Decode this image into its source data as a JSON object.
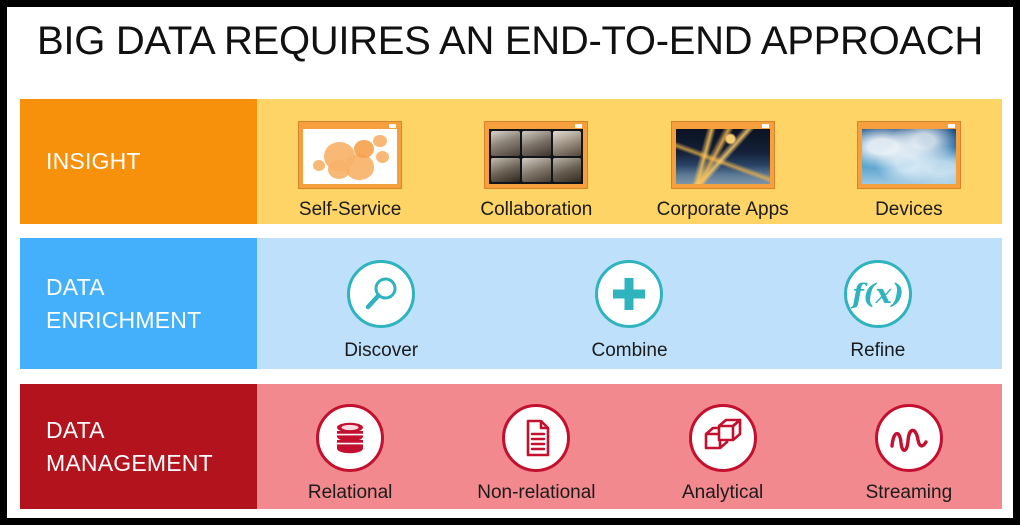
{
  "title": "BIG DATA REQUIRES AN END-TO-END APPROACH",
  "colors": {
    "insight_label_bg": "#F7900B",
    "insight_body_bg": "#FFD466",
    "enrichment_label_bg": "#44AFFA",
    "enrichment_body_bg": "#BEE0FB",
    "management_label_bg": "#B3131C",
    "management_body_bg": "#F2898F",
    "teal_icon": "#2EB3BF",
    "crimson_icon": "#C3102F",
    "label_text": "#FFFFFF",
    "caption_text": "#1B1B1B",
    "title_text": "#111111",
    "slide_border": "#000000"
  },
  "rows": [
    {
      "id": "insight",
      "label": "INSIGHT",
      "items": [
        {
          "caption": "Self-Service",
          "icon": "bubble-chart-window-icon"
        },
        {
          "caption": "Collaboration",
          "icon": "video-conference-grid-icon"
        },
        {
          "caption": "Corporate Apps",
          "icon": "fireworks-photo-window-icon"
        },
        {
          "caption": "Devices",
          "icon": "clouds-photo-window-icon"
        }
      ]
    },
    {
      "id": "enrichment",
      "label": "DATA\nENRICHMENT",
      "items": [
        {
          "caption": "Discover",
          "icon": "magnifier-icon"
        },
        {
          "caption": "Combine",
          "icon": "plus-icon"
        },
        {
          "caption": "Refine",
          "icon": "function-fx-icon",
          "glyph": "f(x)"
        }
      ]
    },
    {
      "id": "management",
      "label": "DATA\nMANAGEMENT",
      "items": [
        {
          "caption": "Relational",
          "icon": "database-cylinder-icon"
        },
        {
          "caption": "Non-relational",
          "icon": "document-icon"
        },
        {
          "caption": "Analytical",
          "icon": "olap-cubes-icon"
        },
        {
          "caption": "Streaming",
          "icon": "waveform-icon"
        }
      ]
    }
  ]
}
